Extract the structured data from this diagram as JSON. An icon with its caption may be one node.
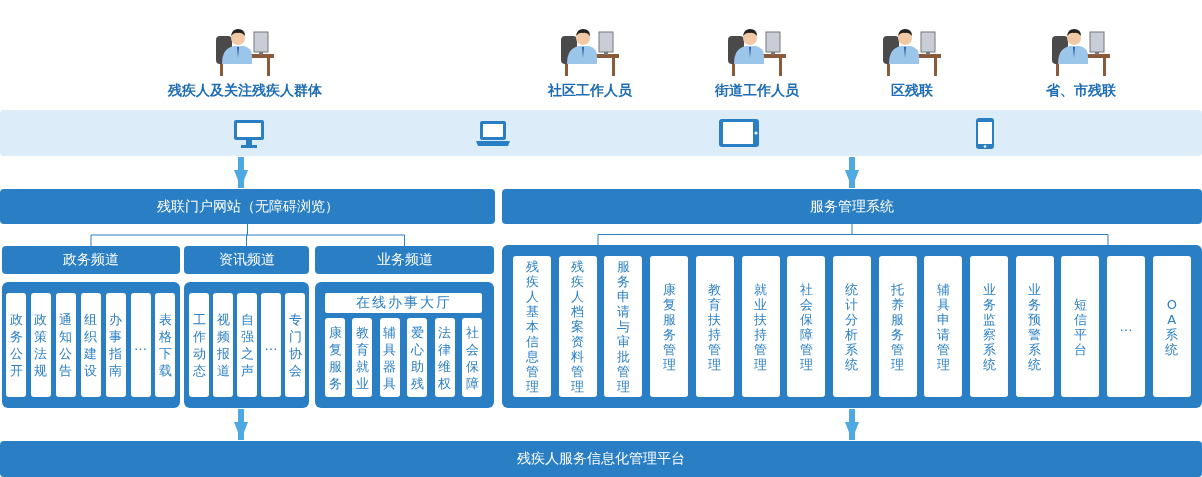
{
  "diagram": {
    "nodes": [
      {
        "text": [
          "残疾人及关注残疾人群体"
        ]
      },
      {
        "text": [
          "社区工作人员"
        ]
      },
      {
        "text": [
          "街道工作人员"
        ]
      },
      {
        "text": [
          "区残联"
        ]
      },
      {
        "text": [
          "省、市残联"
        ]
      },
      {
        "text": [],
        "shape": "box"
      },
      {
        "text": [
          "残联门户网站（无障碍浏览）"
        ]
      },
      {
        "text": [
          "服务管理系统"
        ]
      },
      {
        "text": [
          "政务频道"
        ]
      },
      {
        "text": [
          "资讯频道"
        ]
      },
      {
        "text": [
          "业务频道"
        ]
      },
      {
        "text": [],
        "shape": "box"
      },
      {
        "text": [
          "政务公开"
        ],
        "in": 11
      },
      {
        "text": [
          "政策法规"
        ],
        "in": 11
      },
      {
        "text": [
          "通知公告"
        ],
        "in": 11
      },
      {
        "text": [
          "组织建设"
        ],
        "in": 11
      },
      {
        "text": [
          "办事指南"
        ],
        "in": 11
      },
      {
        "text": [
          "…"
        ],
        "in": 11
      },
      {
        "text": [
          "表格下载"
        ],
        "in": 11
      },
      {
        "text": [],
        "shape": "box"
      },
      {
        "text": [
          "工作动态"
        ],
        "in": 19
      },
      {
        "text": [
          "视频报道"
        ],
        "in": 19
      },
      {
        "text": [
          "自强之声"
        ],
        "in": 19
      },
      {
        "text": [
          "…"
        ],
        "in": 19
      },
      {
        "text": [
          "专门协会"
        ],
        "in": 19
      },
      {
        "text": [],
        "shape": "box"
      },
      {
        "text": [
          "在线办事大厅"
        ],
        "in": 25
      },
      {
        "text": [
          "康复服务"
        ],
        "in": 25
      },
      {
        "text": [
          "教育就业"
        ],
        "in": 25
      },
      {
        "text": [
          "辅具器具"
        ],
        "in": 25
      },
      {
        "text": [
          "爱心助残"
        ],
        "in": 25
      },
      {
        "text": [
          "法律维权"
        ],
        "in": 25
      },
      {
        "text": [
          "社会保障"
        ],
        "in": 25
      },
      {
        "text": [],
        "shape": "box"
      },
      {
        "text": [
          "残疾人基本信息管理"
        ],
        "in": 33
      },
      {
        "text": [
          "残疾人档案资料管理"
        ],
        "in": 33
      },
      {
        "text": [
          "服务申请与审批管理"
        ],
        "in": 33
      },
      {
        "text": [
          "康复服务管理"
        ],
        "in": 33
      },
      {
        "text": [
          "教育扶持管理"
        ],
        "in": 33
      },
      {
        "text": [
          "就业扶持管理"
        ],
        "in": 33
      },
      {
        "text": [
          "社会保障管理"
        ],
        "in": 33
      },
      {
        "text": [
          "统计分析系统"
        ],
        "in": 33
      },
      {
        "text": [
          "托养服务管理"
        ],
        "in": 33
      },
      {
        "text": [
          "辅具申请管理"
        ],
        "in": 33
      },
      {
        "text": [
          "业务监察系统"
        ],
        "in": 33
      },
      {
        "text": [
          "业务预警系统"
        ],
        "in": 33
      },
      {
        "text": [
          "短信平台"
        ],
        "in": 33
      },
      {
        "text": [
          "…"
        ],
        "in": 33
      },
      {
        "text": [
          "OA系统"
        ],
        "in": 33
      },
      {
        "text": [
          "残疾人服务信息化管理平台"
        ]
      }
    ],
    "edges": [
      {
        "from": 5,
        "to": 6,
        "arrow": "to",
        "style": "thick",
        "color": "#4ea8e2"
      },
      {
        "from": 5,
        "to": 7,
        "arrow": "to",
        "style": "thick",
        "color": "#4ea8e2"
      },
      {
        "from": 6,
        "to": 8,
        "arrow": "none"
      },
      {
        "from": 6,
        "to": 9,
        "arrow": "none"
      },
      {
        "from": 6,
        "to": 10,
        "arrow": "none"
      },
      {
        "from": 7,
        "to": 33,
        "arrow": "none"
      },
      {
        "from": 19,
        "to": 49,
        "arrow": "to",
        "style": "thick",
        "color": "#4ea8e2"
      },
      {
        "from": 33,
        "to": 49,
        "arrow": "to",
        "style": "thick",
        "color": "#4ea8e2"
      }
    ]
  }
}
